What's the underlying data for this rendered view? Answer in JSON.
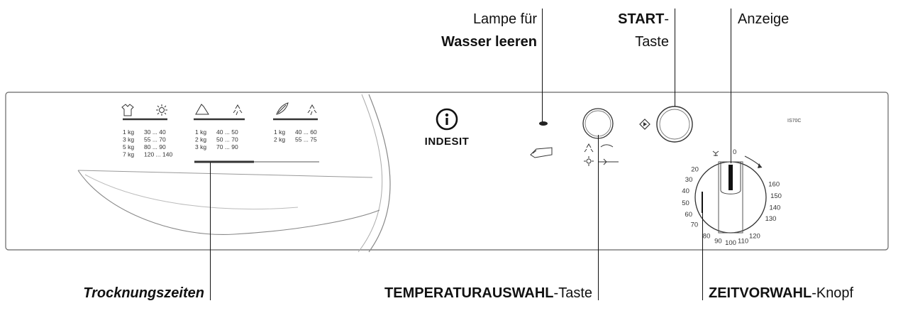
{
  "callouts": {
    "lamp": {
      "line1": "Lampe für",
      "line2": "Wasser leeren"
    },
    "start": {
      "line1_bold": "START",
      "line1_rest": "-",
      "line2": "Taste"
    },
    "display": {
      "label": "Anzeige"
    },
    "drying_times": {
      "label": "Trocknungszeiten"
    },
    "temp_select": {
      "bold": "TEMPERATURAUSWAHL",
      "rest": "-Taste"
    },
    "timer_knob": {
      "bold": "ZEITVORWAHL",
      "rest": "-Knopf"
    }
  },
  "brand": {
    "name": "INDESIT"
  },
  "model": {
    "code": "IS70C"
  },
  "drying_table": {
    "columns": [
      {
        "icons": [
          "shirt-icon",
          "sun-icon"
        ],
        "rows": [
          [
            "1 kg",
            "30 ... 40"
          ],
          [
            "3 kg",
            "55 ... 70"
          ],
          [
            "5 kg",
            "80 ... 90"
          ],
          [
            "7 kg",
            "120 ... 140"
          ]
        ]
      },
      {
        "icons": [
          "synthetic-triangle-icon",
          "low-heat-icon"
        ],
        "rows": [
          [
            "1 kg",
            "40 ... 50"
          ],
          [
            "2 kg",
            "50 ... 70"
          ],
          [
            "3 kg",
            "70 ... 90"
          ]
        ]
      },
      {
        "icons": [
          "feather-icon",
          "low-heat-icon"
        ],
        "rows": [
          [
            "1 kg",
            "40 ... 60"
          ],
          [
            "2 kg",
            "55 ... 75"
          ]
        ]
      }
    ]
  },
  "dial": {
    "left_labels": [
      "20",
      "30",
      "40",
      "50",
      "60",
      "70"
    ],
    "bottom_labels": [
      "80",
      "90",
      "100",
      "110",
      "120"
    ],
    "right_labels": [
      "130",
      "140",
      "150",
      "160"
    ],
    "top_labels": [
      "0"
    ]
  }
}
